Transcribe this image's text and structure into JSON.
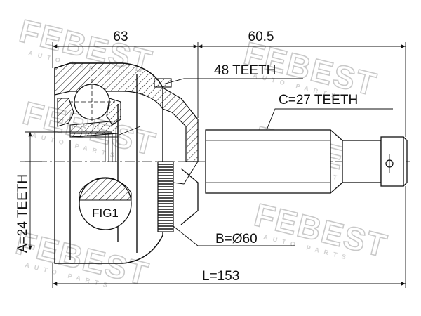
{
  "dimensions": {
    "top_left": "63",
    "top_right": "60.5",
    "teeth_48": "48 TEETH",
    "teeth_27": "C=27 TEETH",
    "teeth_24": "A=24 TEETH",
    "diameter": "B=Ø60",
    "length": "L=153"
  },
  "fig_label": "FIG1",
  "watermark": {
    "brand": "FEBEST",
    "sub": "AUTO PARTS"
  },
  "colors": {
    "line": "#111111",
    "watermark": "#c9c9c9"
  }
}
